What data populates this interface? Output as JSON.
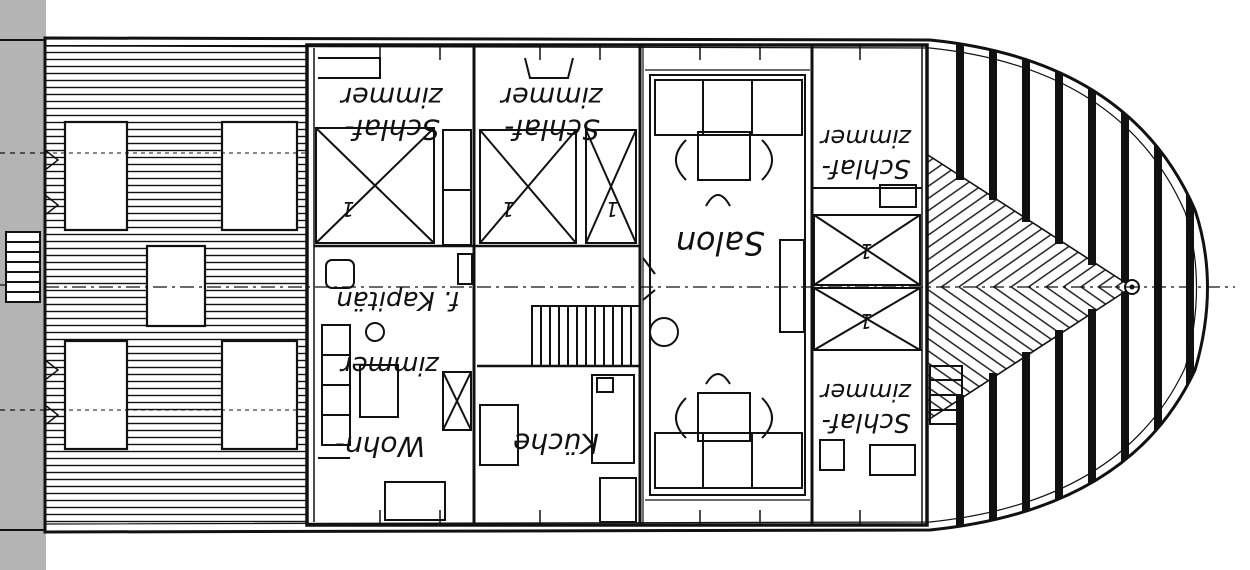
{
  "plan": {
    "rooms": {
      "schlaf_1": {
        "line1": "Schlaf-",
        "line2": "zimmer",
        "bed_mark": "1"
      },
      "schlaf_2": {
        "line1": "Schlaf-",
        "line2": "zimmer",
        "bed_mark": "1"
      },
      "schlaf_3": {
        "line1": "Schlaf-",
        "line2": "zimmer",
        "bed_mark": "1"
      },
      "schlaf_4": {
        "line1": "Schlaf-",
        "line2": "zimmer",
        "bed_mark": "1"
      },
      "salon": {
        "label": "Salon"
      },
      "wohn": {
        "line1": "Wohn-",
        "line2": "zimmer",
        "line3": "f. Kapitän"
      },
      "kueche": {
        "label": "Küche"
      }
    },
    "colors": {
      "ink": "#111111",
      "margin_band": "#b4b4b4",
      "paper": "#ffffff"
    }
  }
}
